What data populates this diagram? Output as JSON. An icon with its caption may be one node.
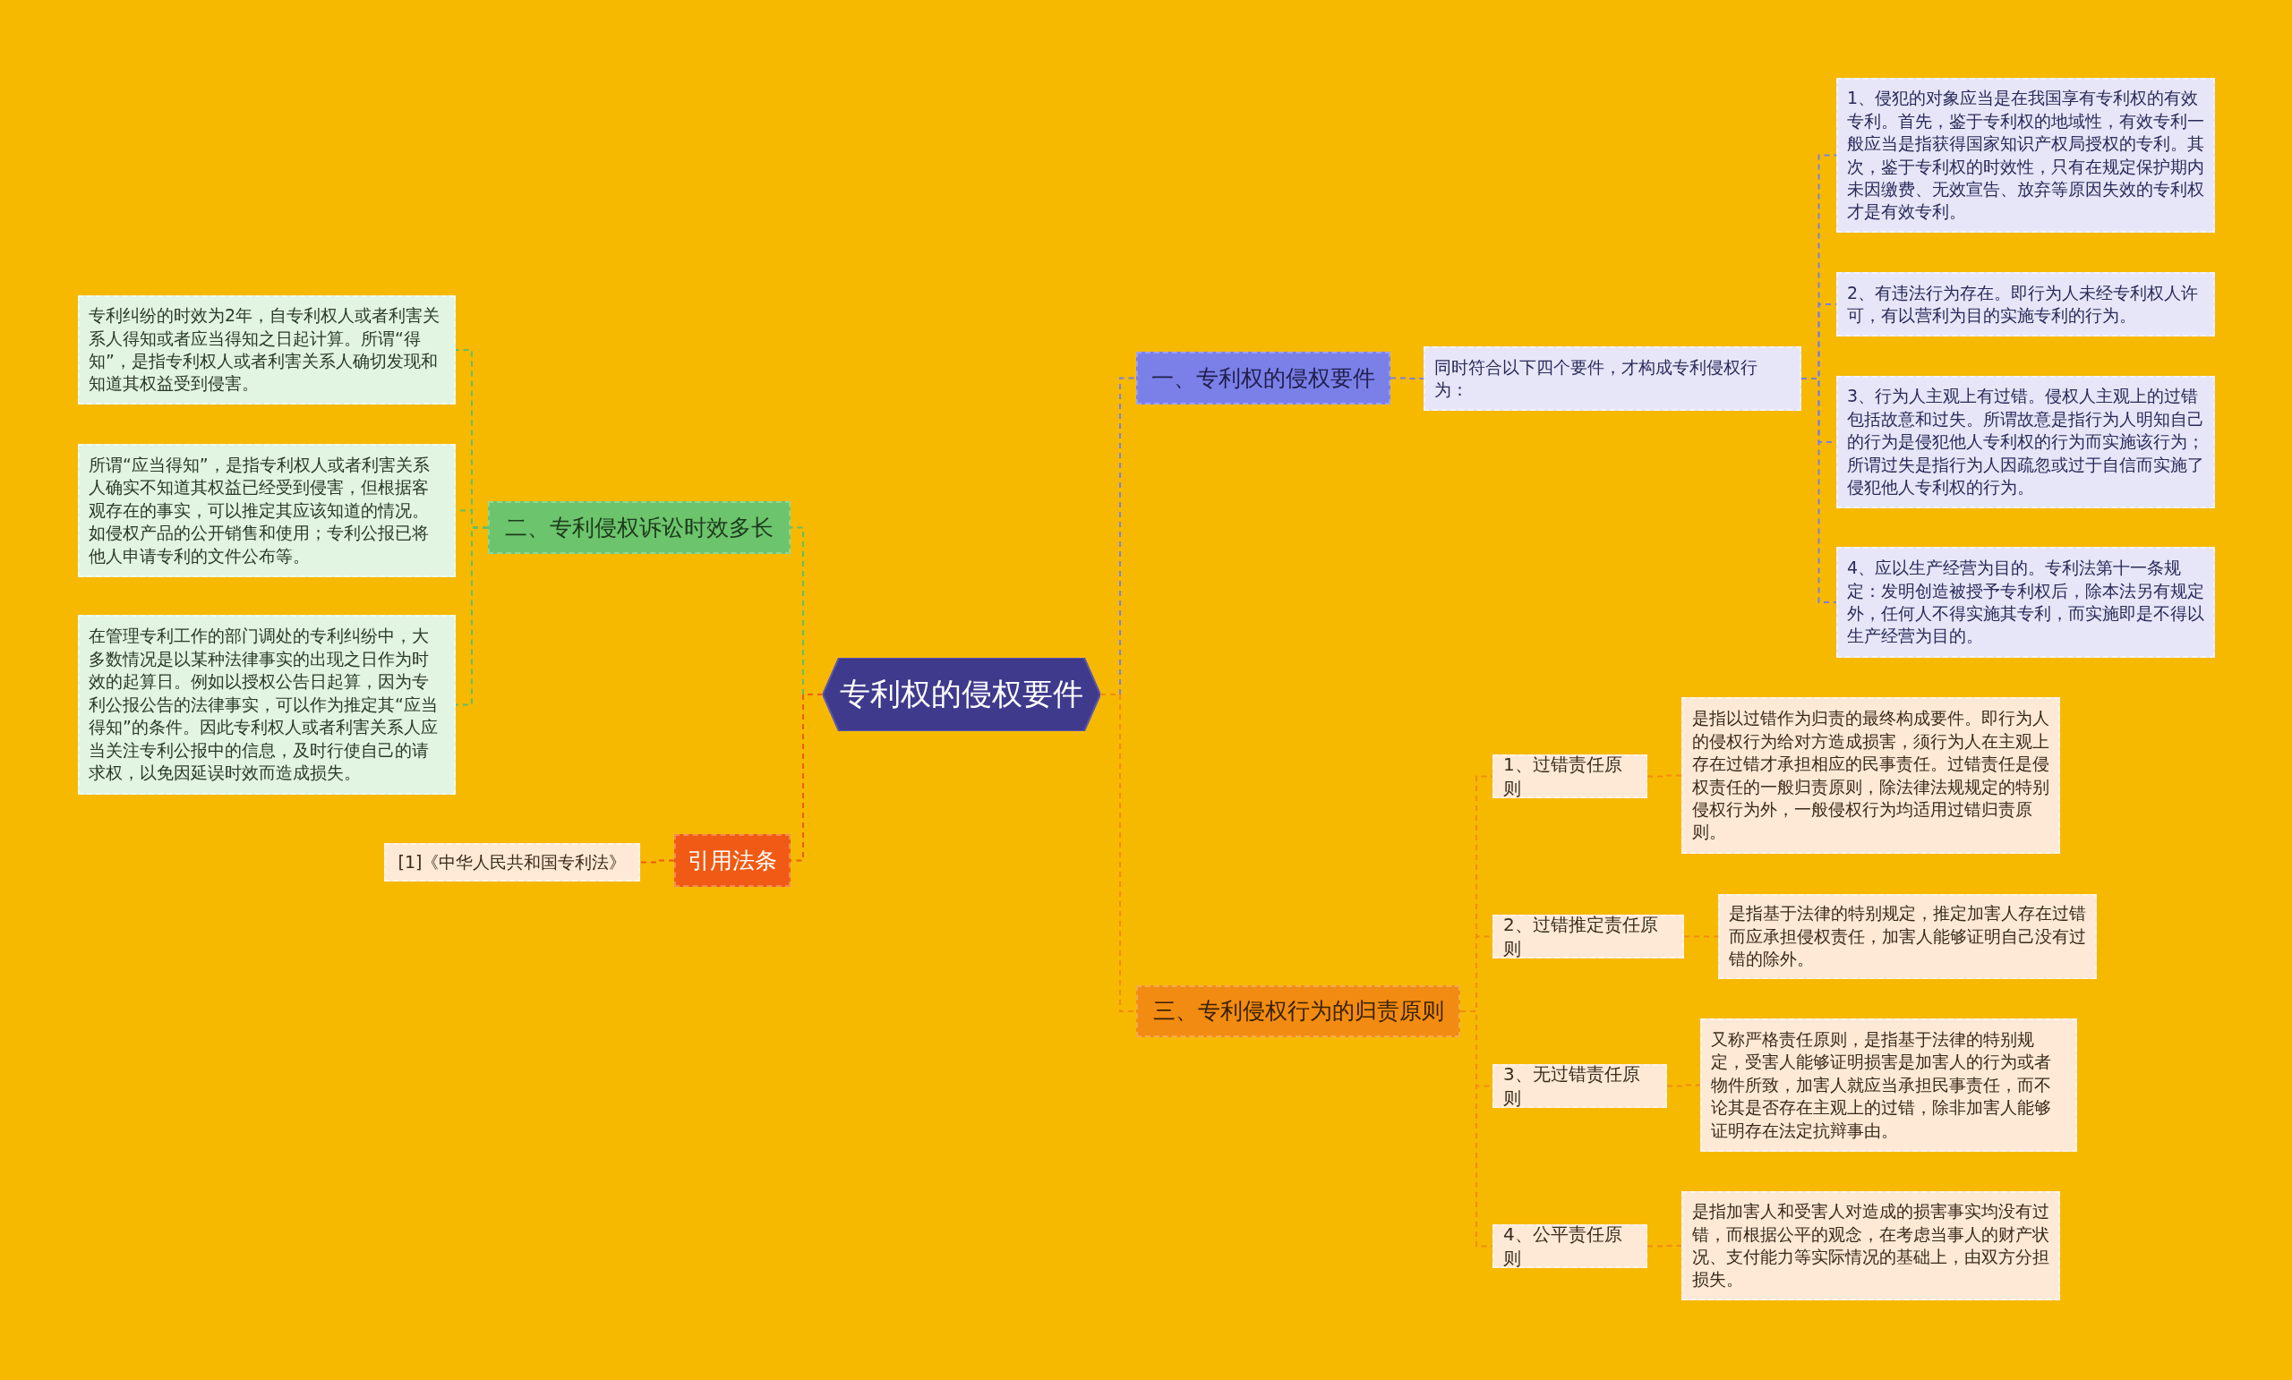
{
  "diagram": {
    "nodes": [
      {
        "text": [
          "专利权的侵权要件"
        ]
      },
      {
        "text": [
          "一、专利权的侵权要件"
        ]
      },
      {
        "text": [
          "同时符合以下四个要件，才构成专利侵权行为："
        ]
      },
      {
        "text": [
          "1、侵犯的对象应当是在我国享有专利权的有效专利。首先，鉴于专利权的地域性，有效专利一般应当是指获得国家知识产权局授权的专利。其次，鉴于专利权的时效性，只有在规定保护期内未因缴费、无效宣告、放弃等原因失效的专利权才是有效专利。"
        ]
      },
      {
        "text": [
          "2、有违法行为存在。即行为人未经专利权人许可，有以营利为目的实施专利的行为。"
        ]
      },
      {
        "text": [
          "3、行为人主观上有过错。侵权人主观上的过错包括故意和过失。所谓故意是指行为人明知自己的行为是侵犯他人专利权的行为而实施该行为；所谓过失是指行为人因疏忽或过于自信而实施了侵犯他人专利权的行为。"
        ]
      },
      {
        "text": [
          "4、应以生产经营为目的。专利法第十一条规定：发明创造被授予专利权后，除本法另有规定外，任何人不得实施其专利，而实施即是不得以生产经营为目的。"
        ]
      },
      {
        "text": [
          "二、专利侵权诉讼时效多长"
        ]
      },
      {
        "text": [
          "专利纠纷的时效为2年，自专利权人或者利害关系人得知或者应当得知之日起计算。所谓“得知”，是指专利权人或者利害关系人确切发现和知道其权益受到侵害。"
        ]
      },
      {
        "text": [
          "所谓“应当得知”，是指专利权人或者利害关系人确实不知道其权益已经受到侵害，但根据客观存在的事实，可以推定其应该知道的情况。如侵权产品的公开销售和使用；专利公报已将他人申请专利的文件公布等。"
        ]
      },
      {
        "text": [
          "在管理专利工作的部门调处的专利纠纷中，大多数情况是以某种法律事实的出现之日作为时效的起算日。例如以授权公告日起算，因为专利公报公告的法律事实，可以作为推定其“应当得知”的条件。因此专利权人或者利害关系人应当关注专利公报中的信息，及时行使自己的请求权，以免因延误时效而造成损失。"
        ]
      },
      {
        "text": [
          "引用法条"
        ]
      },
      {
        "text": [
          "[1]《中华人民共和国专利法》"
        ]
      },
      {
        "text": [
          "三、专利侵权行为的归责原则"
        ]
      },
      {
        "text": [
          "1、过错责任原则"
        ]
      },
      {
        "text": [
          "是指以过错作为归责的最终构成要件。即行为人的侵权行为给对方造成损害，须行为人在主观上存在过错才承担相应的民事责任。过错责任是侵权责任的一般归责原则，除法律法规规定的特别侵权行为外，一般侵权行为均适用过错归责原则。"
        ]
      },
      {
        "text": [
          "2、过错推定责任原则"
        ]
      },
      {
        "text": [
          "是指基于法律的特别规定，推定加害人存在过错而应承担侵权责任，加害人能够证明自己没有过错的除外。"
        ]
      },
      {
        "text": [
          "3、无过错责任原则"
        ]
      },
      {
        "text": [
          "又称严格责任原则，是指基于法律的特别规定，受害人能够证明损害是加害人的行为或者物件所致，加害人就应当承担民事责任，而不论其是否存在主观上的过错，除非加害人能够证明存在法定抗辩事由。"
        ]
      },
      {
        "text": [
          "4、公平责任原则"
        ]
      },
      {
        "text": [
          "是指加害人和受害人对造成的损害事实均没有过错，而根据公平的观念，在考虑当事人的财产状况、支付能力等实际情况的基础上，由双方分担损失。"
        ]
      }
    ],
    "edges": [
      {
        "from": 0,
        "to": 1,
        "arrow": "none",
        "style": "dashed",
        "color": "#7b7fe8"
      },
      {
        "from": 1,
        "to": 2,
        "arrow": "none",
        "style": "dashed",
        "color": "#7b7fe8"
      },
      {
        "from": 2,
        "to": 3,
        "arrow": "none",
        "style": "dashed",
        "color": "#7b7fe8"
      },
      {
        "from": 2,
        "to": 4,
        "arrow": "none",
        "style": "dashed",
        "color": "#7b7fe8"
      },
      {
        "from": 2,
        "to": 5,
        "arrow": "none",
        "style": "dashed",
        "color": "#7b7fe8"
      },
      {
        "from": 2,
        "to": 6,
        "arrow": "none",
        "style": "dashed",
        "color": "#7b7fe8"
      },
      {
        "from": 0,
        "to": 7,
        "arrow": "none",
        "style": "dashed",
        "color": "#5fbf6a"
      },
      {
        "from": 7,
        "to": 8,
        "arrow": "none",
        "style": "dashed",
        "color": "#5fbf6a"
      },
      {
        "from": 7,
        "to": 9,
        "arrow": "none",
        "style": "dashed",
        "color": "#5fbf6a"
      },
      {
        "from": 7,
        "to": 10,
        "arrow": "none",
        "style": "dashed",
        "color": "#5fbf6a"
      },
      {
        "from": 0,
        "to": 11,
        "arrow": "none",
        "style": "dashed",
        "color": "#f05a14"
      },
      {
        "from": 11,
        "to": 12,
        "arrow": "none",
        "style": "dashed",
        "color": "#f05a14"
      },
      {
        "from": 0,
        "to": 13,
        "arrow": "none",
        "style": "dashed",
        "color": "#f28b12"
      },
      {
        "from": 13,
        "to": 14,
        "arrow": "none",
        "style": "dashed",
        "color": "#f28b12"
      },
      {
        "from": 14,
        "to": 15,
        "arrow": "none",
        "style": "dashed",
        "color": "#f28b12"
      },
      {
        "from": 13,
        "to": 16,
        "arrow": "none",
        "style": "dashed",
        "color": "#f28b12"
      },
      {
        "from": 16,
        "to": 17,
        "arrow": "none",
        "style": "dashed",
        "color": "#f28b12"
      },
      {
        "from": 13,
        "to": 18,
        "arrow": "none",
        "style": "dashed",
        "color": "#f28b12"
      },
      {
        "from": 18,
        "to": 19,
        "arrow": "none",
        "style": "dashed",
        "color": "#f28b12"
      },
      {
        "from": 13,
        "to": 20,
        "arrow": "none",
        "style": "dashed",
        "color": "#f28b12"
      },
      {
        "from": 20,
        "to": 21,
        "arrow": "none",
        "style": "dashed",
        "color": "#f28b12"
      }
    ]
  }
}
